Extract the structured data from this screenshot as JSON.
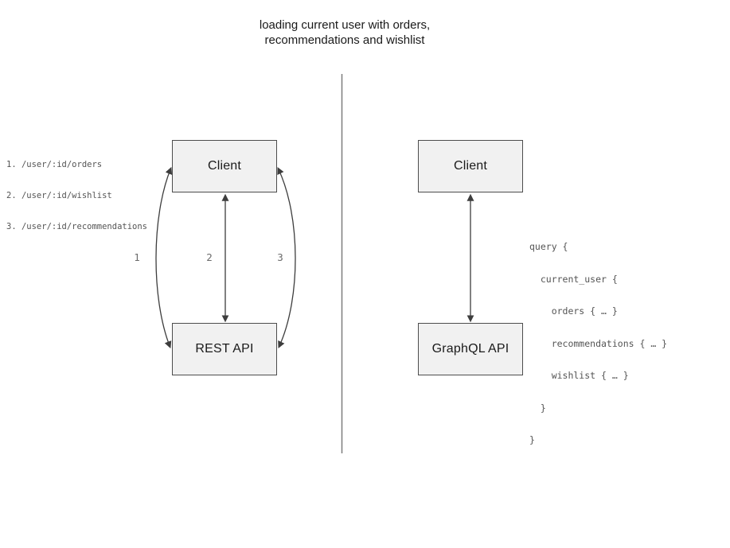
{
  "title": {
    "lines": [
      "loading current user with orders,",
      "recommendations and wishlist"
    ]
  },
  "rest_diagram": {
    "client_label": "Client",
    "api_label": "REST API",
    "endpoints": [
      "1. /user/:id/orders",
      "2. /user/:id/wishlist",
      "3. /user/:id/recommendations"
    ],
    "arrow_labels": [
      "1",
      "2",
      "3"
    ]
  },
  "graphql_diagram": {
    "client_label": "Client",
    "api_label": "GraphQL API",
    "query_lines": [
      "query {",
      "  current_user {",
      "    orders { … }",
      "    recommendations { … }",
      "    wishlist { … }",
      "  }",
      "}"
    ]
  },
  "colors": {
    "box_fill": "#f1f1f1",
    "box_border": "#4d4d4d",
    "arrow": "#3d3d3d",
    "divider": "#7d7d7d",
    "code_text": "#545454",
    "label_text": "#6b6b6b",
    "text": "#1a1a1a",
    "bg": "#ffffff"
  }
}
